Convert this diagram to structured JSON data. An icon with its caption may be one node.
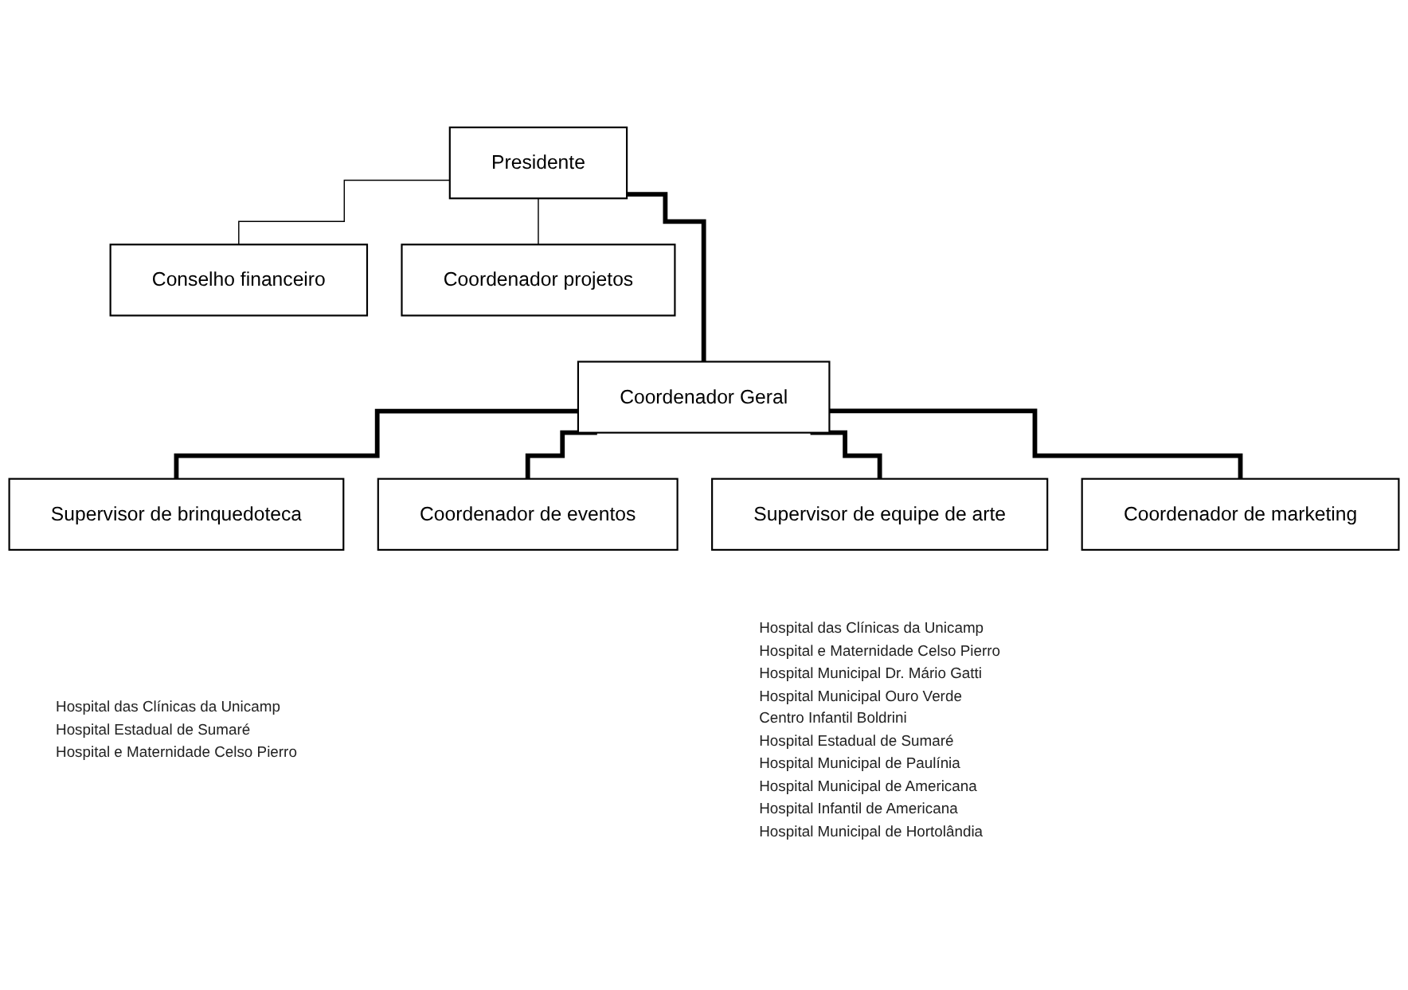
{
  "diagram": {
    "nodes": [
      {
        "text": [
          "Presidente"
        ]
      },
      {
        "text": [
          "Conselho financeiro"
        ]
      },
      {
        "text": [
          "Coordenador projetos"
        ]
      },
      {
        "text": [
          "Coordenador Geral"
        ]
      },
      {
        "text": [
          "Supervisor de brinquedoteca"
        ],
        "beside": [
          "Hospital das Clínicas da Unicamp",
          "Hospital Estadual de Sumaré",
          "Hospital e Maternidade Celso Pierro"
        ]
      },
      {
        "text": [
          "Coordenador de eventos"
        ]
      },
      {
        "text": [
          "Supervisor de equipe de arte"
        ],
        "beside": [
          "Hospital das Clínicas da Unicamp",
          "Hospital e Maternidade Celso Pierro",
          "Hospital Municipal Dr. Mário Gatti",
          "Hospital Municipal Ouro Verde",
          "Centro Infantil Boldrini",
          "Hospital Estadual de Sumaré",
          "Hospital Municipal de Paulínia",
          "Hospital Municipal de Americana",
          "Hospital Infantil de Americana",
          "Hospital Municipal de Hortolândia"
        ]
      },
      {
        "text": [
          "Coordenador de marketing"
        ]
      }
    ],
    "edges": [
      {
        "from": 0,
        "to": 1,
        "arrow": "none"
      },
      {
        "from": 0,
        "to": 2,
        "arrow": "none"
      },
      {
        "from": 0,
        "to": 3,
        "arrow": "none"
      },
      {
        "from": 3,
        "to": 4,
        "arrow": "none"
      },
      {
        "from": 3,
        "to": 5,
        "arrow": "none"
      },
      {
        "from": 3,
        "to": 6,
        "arrow": "none"
      },
      {
        "from": 3,
        "to": 7,
        "arrow": "none"
      }
    ]
  }
}
